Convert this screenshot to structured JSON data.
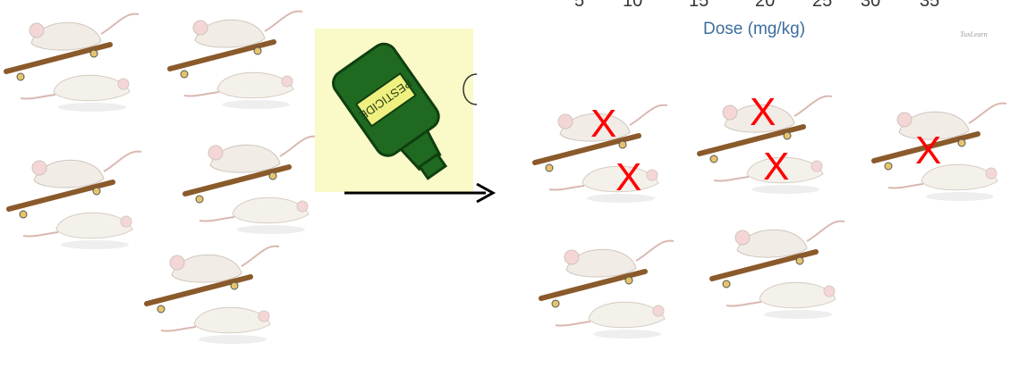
{
  "axis": {
    "ticks": [
      "5",
      "10",
      "15",
      "20",
      "25",
      "30",
      "35"
    ],
    "label": "Dose (mg/kg)",
    "watermark": "TuxLearn"
  },
  "pesticide": {
    "label": "PESTICIDE",
    "bottle_color": "#1f6a20",
    "label_color": "#f0f080",
    "background_color": "#fafac8"
  },
  "groups": {
    "before": {
      "mouse_pairs": 5
    },
    "after": {
      "mouse_pairs": 5,
      "dead_mice": 5
    }
  },
  "dead_marker": "X",
  "marker_color": "#ff0000"
}
